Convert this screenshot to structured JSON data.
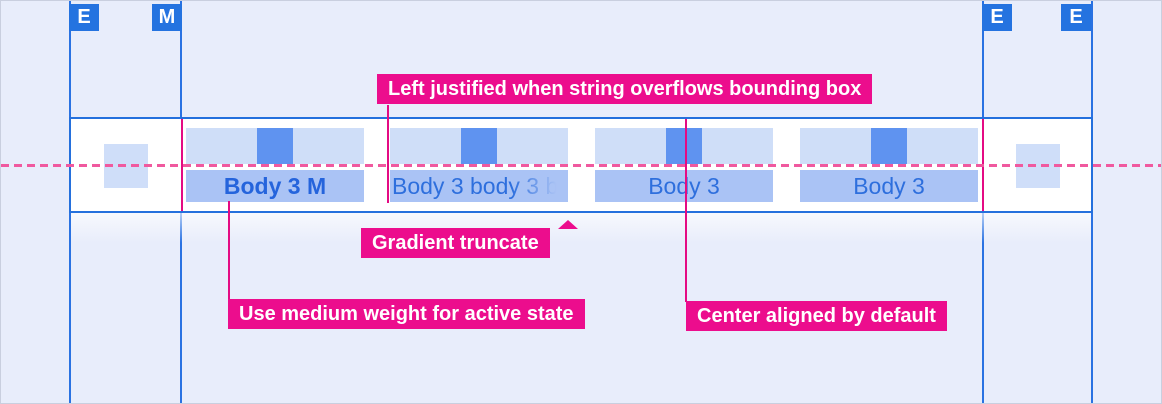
{
  "keylines": {
    "color": "#2a72e2",
    "flags": [
      {
        "label": "E",
        "position": "left-edge"
      },
      {
        "label": "M",
        "position": "left-content"
      },
      {
        "label": "E",
        "position": "right-content"
      },
      {
        "label": "E",
        "position": "right-edge"
      }
    ]
  },
  "tabbar": {
    "background": "#ffffff",
    "border_color": "#2470dd",
    "icon_placeholder_color": "#5f93f0",
    "icon_area_color": "#cfdef8",
    "label_area_color": "#aac3f5",
    "text_color": "#2e6fdd",
    "active_text_color": "#2564dc",
    "tabs": [
      {
        "label": "Body 3 M",
        "state": "active",
        "weight": "medium",
        "alignment": "center"
      },
      {
        "label": "Body 3 body 3 b",
        "state": "default",
        "alignment": "left",
        "truncation": "gradient"
      },
      {
        "label": "Body 3",
        "state": "default",
        "alignment": "center"
      },
      {
        "label": "Body 3",
        "state": "default",
        "alignment": "center"
      }
    ]
  },
  "baseline": {
    "style": "dashed",
    "color": "#f0599f"
  },
  "annotations": {
    "background": "#ec0d8d",
    "text_color": "#ffffff",
    "items": [
      {
        "text": "Left justified when string overflows bounding box"
      },
      {
        "text": "Gradient truncate"
      },
      {
        "text": "Use medium weight for active state"
      },
      {
        "text": "Center aligned by default"
      }
    ]
  }
}
